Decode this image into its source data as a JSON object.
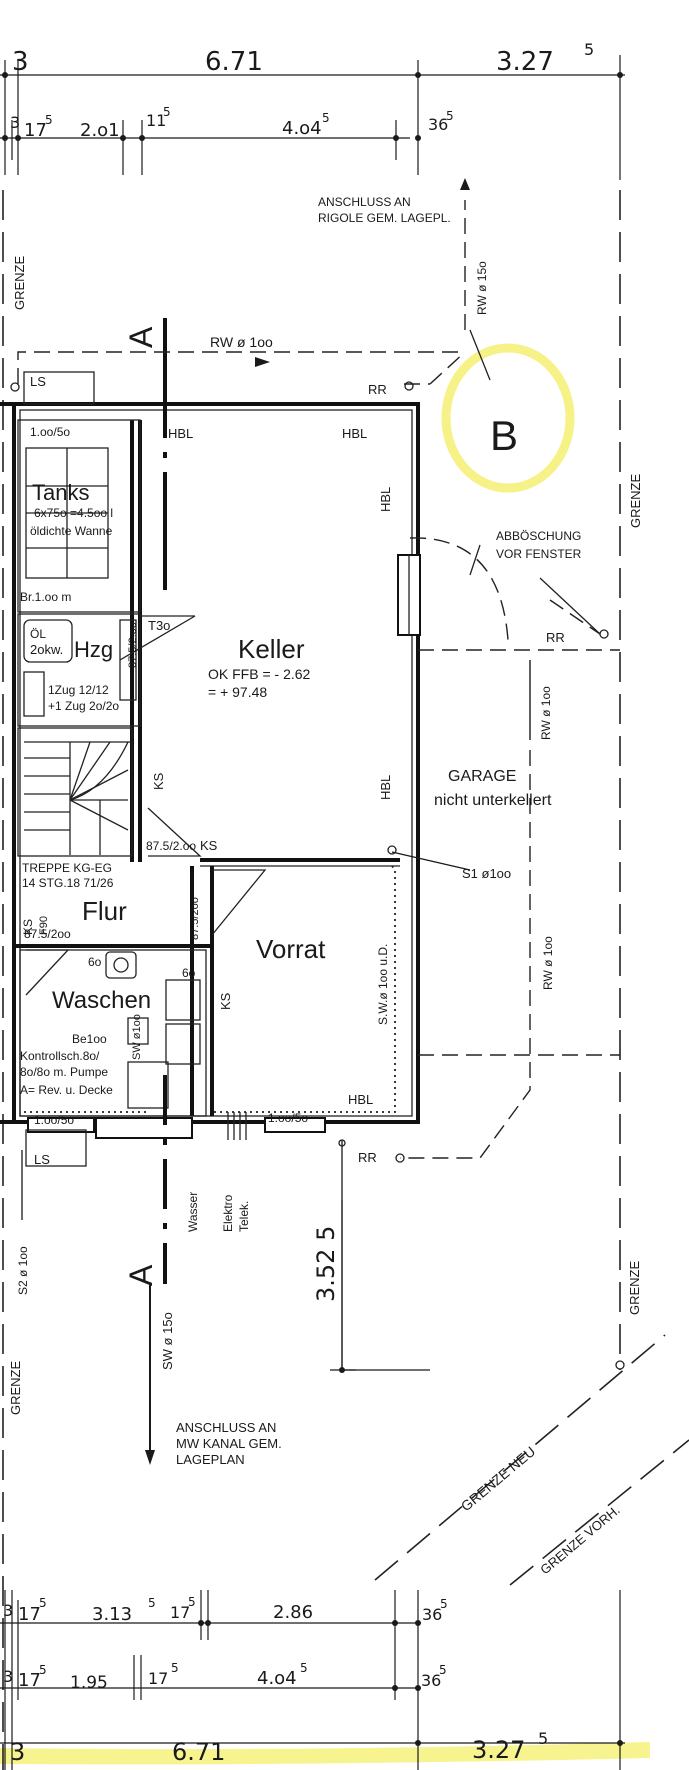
{
  "dims": {
    "top1": {
      "a": "3",
      "b": "6.71",
      "c": "3.27",
      "c_sup": "5"
    },
    "top2": {
      "a": "3",
      "b": "17",
      "b_sup": "5",
      "c": "2.o1",
      "d": "11",
      "d_sup": "5",
      "e": "4.o4",
      "e_sup": "5",
      "f": "36",
      "f_sup": "5"
    },
    "bot1": {
      "a": "3",
      "b": "17",
      "b_sup": "5",
      "c": "3.13",
      "c_sup": "5",
      "d": "17",
      "d_sup": "5",
      "e": "2.86",
      "f": "36",
      "f_sup": "5"
    },
    "bot2": {
      "a": "3",
      "b": "17",
      "b_sup": "5",
      "c": "1.95",
      "d": "17",
      "d_sup": "5",
      "e": "4.o4",
      "e_sup": "5",
      "f": "36",
      "f_sup": "5"
    },
    "bot3": {
      "a": "3",
      "b": "6.71",
      "c": "3.27",
      "c_sup": "5"
    },
    "vertical": "3.52 5"
  },
  "rooms": {
    "tanks": {
      "name": "Tanks",
      "line1": "6x75o =4.5oo l",
      "line2": "öldichte Wanne",
      "top": "1.oo/5o",
      "bottom": "Br.1.oo m"
    },
    "hzg": {
      "name": "Hzg",
      "oel": "ÖL",
      "kw": "2okw.",
      "t30": "T3o",
      "side": "87.5/2.oo",
      "zug1": "1Zug 12/12",
      "zug2": "+1 Zug 2o/2o"
    },
    "keller": {
      "name": "Keller",
      "line1": "OK FFB = - 2.62",
      "line2": "= + 97.48",
      "hbl1": "HBL",
      "hbl2": "HBL",
      "hbl3": "HBL",
      "hbl4": "HBL",
      "ks": "KS"
    },
    "treppe": {
      "line1": "TREPPE KG-EG",
      "line2": "14 STG.18 71/26",
      "side": "87.5/2.oo"
    },
    "flur": {
      "name": "Flur",
      "ks": "KS",
      "ks2": "KS",
      "f90": "F90",
      "side": "87.5/2oo",
      "side2": "87.5/2oo"
    },
    "vorrat": {
      "name": "Vorrat",
      "ks": "KS",
      "sw": "S.W.ø 1oo u.D.",
      "hbl": "HBL",
      "window": "1.oo/5o"
    },
    "waschen": {
      "name": "Waschen",
      "d1": "6o",
      "d2": "6o",
      "be": "Be1oo",
      "l1": "Kontrollsch.8o/",
      "l2": "8o/8o m. Pumpe",
      "l3": "A= Rev. u. Decke",
      "sw": "SW ø1oo",
      "window": "1.oo/5o"
    }
  },
  "labels": {
    "grenze": "GRENZE",
    "grenze_neu": "GRENZE NEU",
    "grenze_vorh": "GRENZE VORH.",
    "garage1": "GARAGE",
    "garage2": "nicht unterkellert",
    "boeschung1": "ABBÖSCHUNG",
    "boeschung2": "VOR FENSTER",
    "rigole1": "ANSCHLUSS AN",
    "rigole2": "RIGOLE GEM. LAGEPL.",
    "kanal1": "ANSCHLUSS AN",
    "kanal2": "MW KANAL GEM.",
    "kanal3": "LAGEPLAN",
    "rw_top": "RW ø 1oo",
    "rw_150": "RW ø 15o",
    "rw_100a": "RW ø 1oo",
    "rw_100b": "RW ø 1oo",
    "s1": "S1 ø1oo",
    "s2": "S2 ø 1oo",
    "sw150": "SW ø 15o",
    "rr1": "RR",
    "rr2": "RR",
    "rr3": "RR",
    "ls1": "LS",
    "ls2": "LS",
    "section_a_top": "A",
    "section_a_bot": "A",
    "mark_b": "B",
    "wasser": "Wasser",
    "elektro1": "Elektro",
    "elektro2": "Telek."
  },
  "colors": {
    "ink": "#1a1a1a",
    "highlight": "#f4ef6a"
  }
}
